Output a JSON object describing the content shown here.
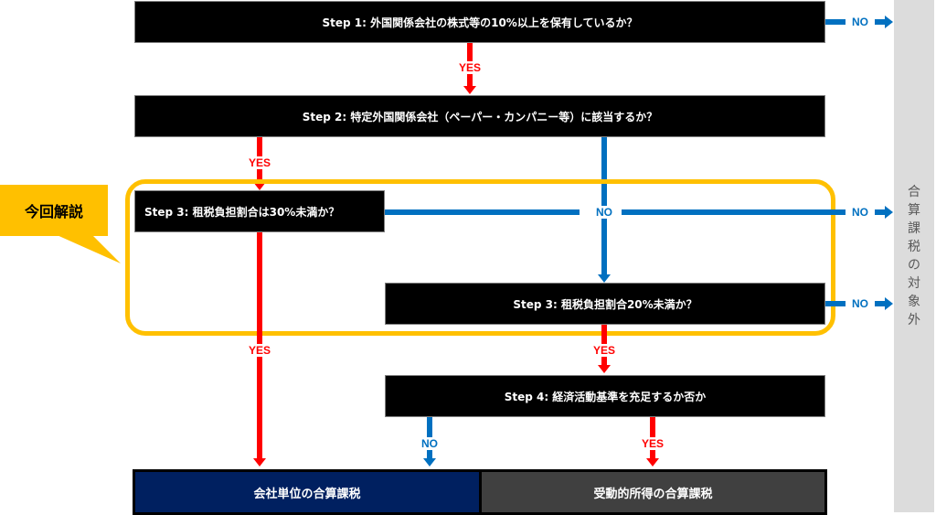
{
  "flowchart": {
    "steps": {
      "step1": "Step 1: 外国関係会社の株式等の10%以上を保有しているか？",
      "step2": "Step 2: 特定外国関係会社（ペーパー・カンパニー等）に該当するか？",
      "step3a": "Step 3: 租税負担割合は30%未満か？",
      "step3b": "Step 3: 租税負担割合20%未満か？",
      "step4": "Step 4: 経済活動基準を充足するか否か"
    },
    "labels": {
      "yes": "YES",
      "no": "NO"
    },
    "results": {
      "company_unit": "会社単位の合算課税",
      "passive_income": "受動的所得の合算課税"
    },
    "side_panel": {
      "chars": [
        "合",
        "算",
        "課",
        "税",
        "の",
        "対",
        "象",
        "外"
      ]
    },
    "callout": "今回解説",
    "colors": {
      "yes": "#ff0000",
      "no": "#0070c0",
      "highlight": "#ffc000",
      "company_unit_bg": "#002060",
      "passive_income_bg": "#404040",
      "side_panel_bg": "#dcdcdc"
    }
  }
}
